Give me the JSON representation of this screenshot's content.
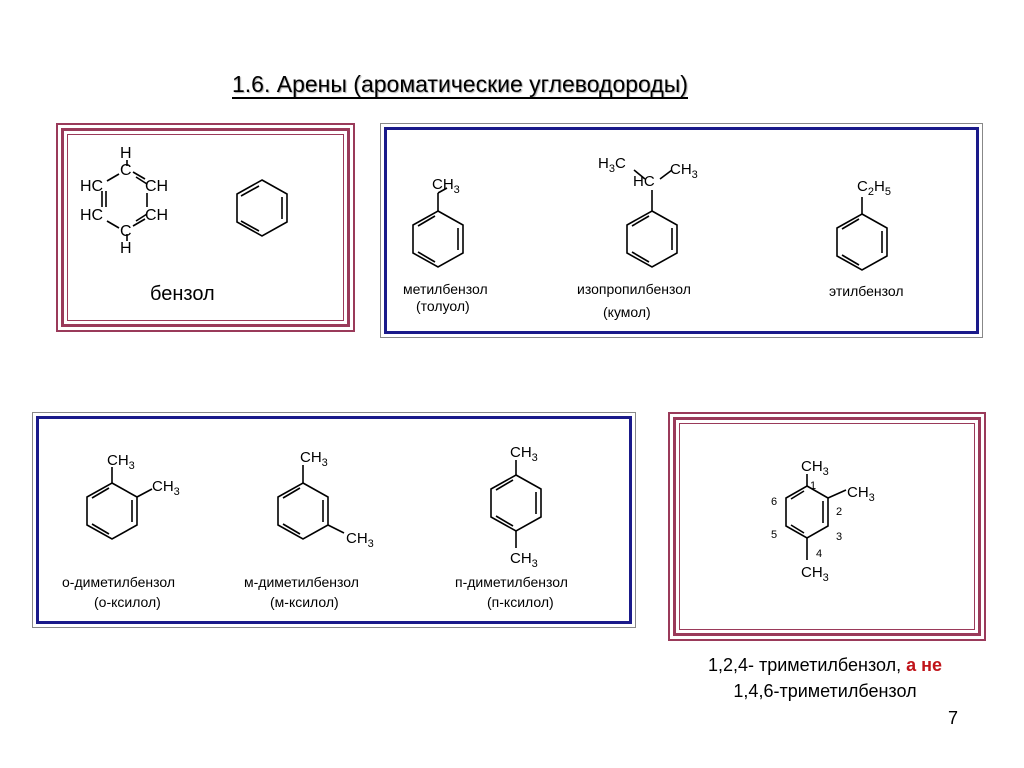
{
  "title": "1.6. Арены (ароматические углеводороды)",
  "benzene": {
    "label": "бензол",
    "atoms": {
      "h_top": "H",
      "c_top": "C",
      "hc_ul": "HC",
      "ch_ur": "CH",
      "hc_ll": "HC",
      "ch_lr": "CH",
      "c_bot": "C",
      "h_bot": "H"
    }
  },
  "toluene": {
    "group": "CH3",
    "name": "метилбензол",
    "trivial": "(толуол)"
  },
  "cumene": {
    "h3c": "H3C",
    "hc": "HC",
    "ch3": "CH3",
    "name": "изопропилбензол",
    "trivial": "(кумол)"
  },
  "ethylbenzene": {
    "group": "C2H5",
    "name": "этилбензол"
  },
  "oxylene": {
    "g1": "CH3",
    "g2": "CH3",
    "name": "о-диметилбензол",
    "trivial": "(о-ксилол)"
  },
  "mxylene": {
    "g1": "CH3",
    "g2": "CH3",
    "name": "м-диметилбензол",
    "trivial": "(м-ксилол)"
  },
  "pxylene": {
    "g1": "CH3",
    "g2": "CH3",
    "name": "п-диметилбензол",
    "trivial": "(п-ксилол)"
  },
  "trimethyl": {
    "g1": "CH3",
    "g2": "CH3",
    "g4": "CH3",
    "n1": "1",
    "n2": "2",
    "n3": "3",
    "n4": "4",
    "n5": "5",
    "n6": "6"
  },
  "bottom": {
    "line1_a": "1,2,4- триметилбензол, ",
    "line1_b": "а не",
    "line2": "1,4,6-триметилбензол"
  },
  "page_number": "7",
  "colors": {
    "red_frame": "#9a3a5a",
    "blue_frame": "#1a1a8a",
    "accent_red": "#c0141a"
  }
}
